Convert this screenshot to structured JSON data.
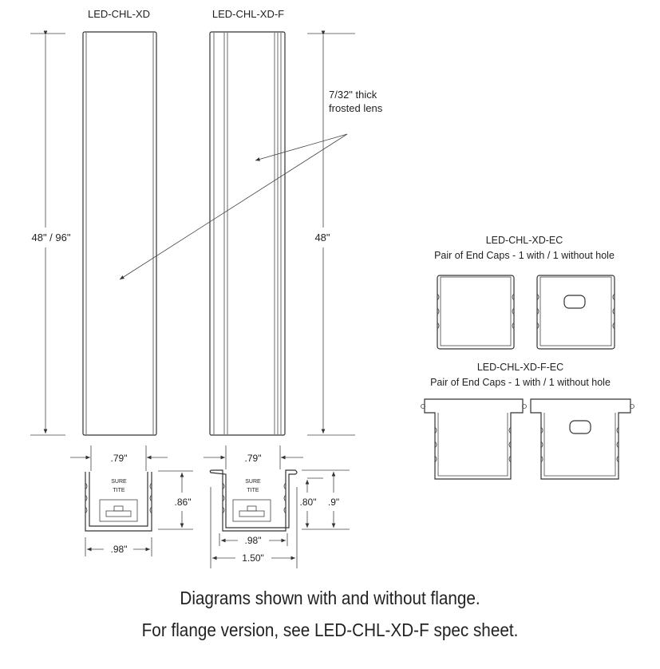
{
  "channels": {
    "xd_label": "LED-CHL-XD",
    "xd_f_label": "LED-CHL-XD-F",
    "xd_length": "48\" / 96\"",
    "xd_f_length": "48\"",
    "lens_line1": "7/32\" thick",
    "lens_line2": "frosted lens"
  },
  "end_caps": {
    "ec_label": "LED-CHL-XD-EC",
    "ec_desc": "Pair of End Caps - 1 with / 1 without hole",
    "f_ec_label": "LED-CHL-XD-F-EC",
    "f_ec_desc": "Pair of End Caps - 1 with / 1 without hole"
  },
  "profiles": {
    "xd": {
      "top_width": ".79\"",
      "height": ".86\"",
      "bottom_width": ".98\"",
      "brand1": "SURE",
      "brand2": "TITE"
    },
    "xd_f": {
      "top_width": ".79\"",
      "inner_height": ".80\"",
      "height": ".9\"",
      "bottom_width": ".98\"",
      "flange_width": "1.50\"",
      "brand1": "SURE",
      "brand2": "TITE"
    }
  },
  "caption": {
    "line1": "Diagrams shown with and without flange.",
    "line2": "For flange version, see LED-CHL-XD-F spec sheet."
  }
}
